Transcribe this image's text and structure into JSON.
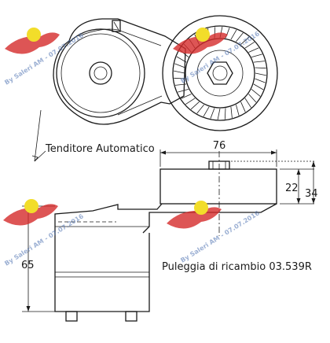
{
  "labels": {
    "tensioner": "Tenditore Automatico",
    "pulley": "Puleggia di ricambio 03.539R"
  },
  "dimensions": {
    "width": "76",
    "height_22": "22",
    "height_34": "34",
    "height_65": "65"
  },
  "watermark": {
    "text": "By Saleri AM - 07.07.2016",
    "logo_colors": {
      "wing": "#d42a2a",
      "badge": "#f2dd2a"
    }
  }
}
